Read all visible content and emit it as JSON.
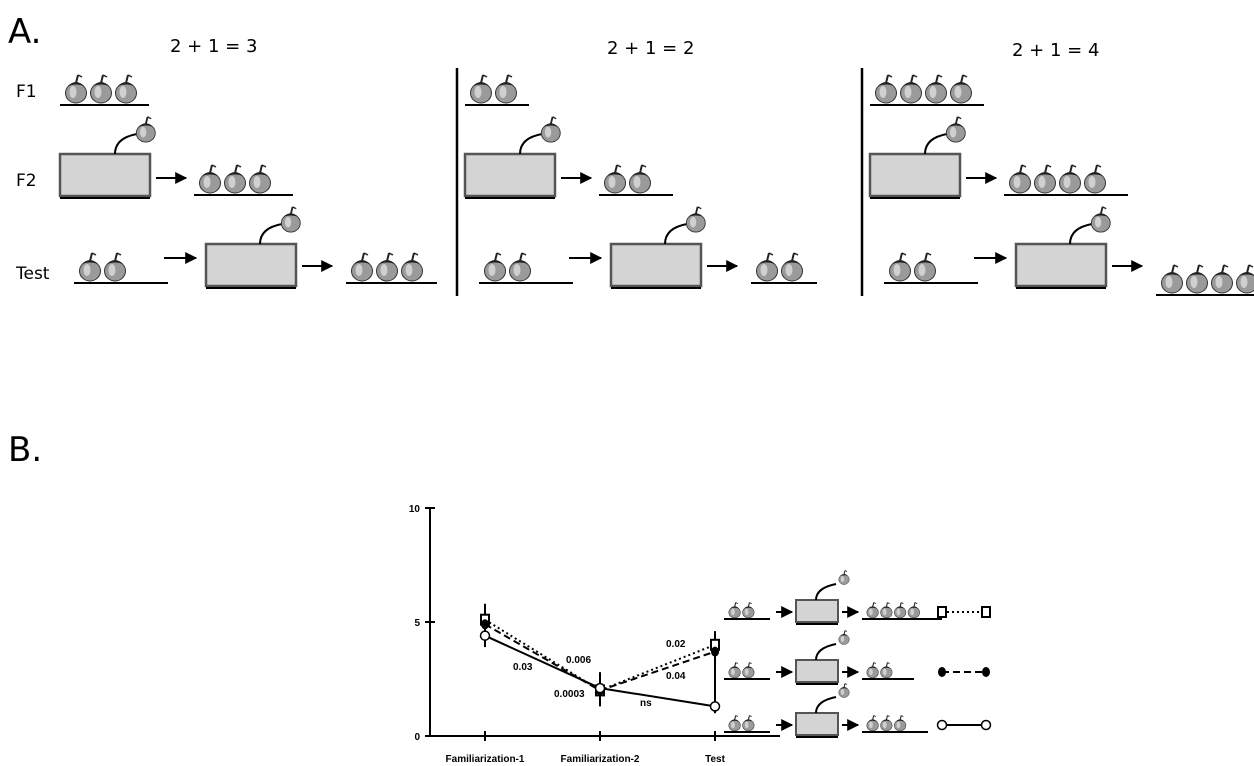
{
  "panel_a": {
    "label": "A.",
    "rows": [
      "F1",
      "F2",
      "Test"
    ],
    "conditions": [
      {
        "equation": "2 + 1 = 3",
        "f1_count": 3,
        "f2_count": 3,
        "test_start": 2,
        "test_end": 3
      },
      {
        "equation": "2 + 1 = 2",
        "f1_count": 2,
        "f2_count": 2,
        "test_start": 2,
        "test_end": 2
      },
      {
        "equation": "2 + 1 = 4",
        "f1_count": 4,
        "f2_count": 4,
        "test_start": 2,
        "test_end": 4
      }
    ]
  },
  "panel_b": {
    "label": "B.",
    "chart_data": {
      "type": "line",
      "categories": [
        "Familiarization-1",
        "Familiarization-2",
        "Test"
      ],
      "ylim": [
        0,
        10
      ],
      "yticks": [
        "0",
        "5",
        "10"
      ],
      "series": [
        {
          "condition": "2 + 1 = 4",
          "style": "dotted",
          "marker": "square",
          "values": [
            5.1,
            2.0,
            4.0
          ]
        },
        {
          "condition": "2 + 1 = 2",
          "style": "dashed",
          "marker": "filled-circle",
          "values": [
            4.9,
            2.0,
            3.7
          ]
        },
        {
          "condition": "2 + 1 = 3",
          "style": "solid",
          "marker": "open-circle",
          "values": [
            4.4,
            2.1,
            1.3
          ]
        }
      ],
      "annotations": [
        "0.03",
        "0.006",
        "0.0003",
        "ns",
        "0.02",
        "0.04"
      ]
    },
    "legend_items": [
      {
        "condition": "2 + 1 = 4",
        "result_count": 4,
        "line_style": "dotted",
        "marker": "square"
      },
      {
        "condition": "2 + 1 = 2",
        "result_count": 2,
        "line_style": "dashed",
        "marker": "filled-circle"
      },
      {
        "condition": "2 + 1 = 3",
        "result_count": 3,
        "line_style": "solid",
        "marker": "open-circle"
      }
    ]
  }
}
